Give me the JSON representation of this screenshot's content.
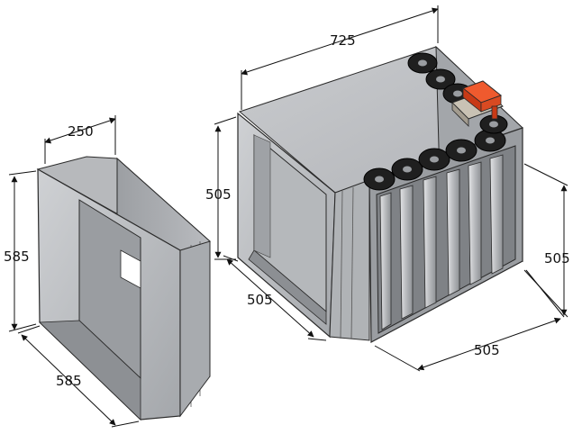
{
  "dimensions": {
    "adapter_depth": "250",
    "adapter_height": "585",
    "adapter_width": "585",
    "damper_length": "725",
    "damper_inlet_height": "505",
    "damper_inlet_width": "505",
    "damper_blade_height": "505",
    "damper_blade_width": "505"
  },
  "colors": {
    "metal_light": "#c4c6c9",
    "metal_mid": "#a9abae",
    "metal_dark": "#8d9094",
    "metal_shadow": "#6f7276",
    "edge": "#2a2a2a",
    "gear": "#1f1f1f",
    "actuator": "#e0421c"
  }
}
